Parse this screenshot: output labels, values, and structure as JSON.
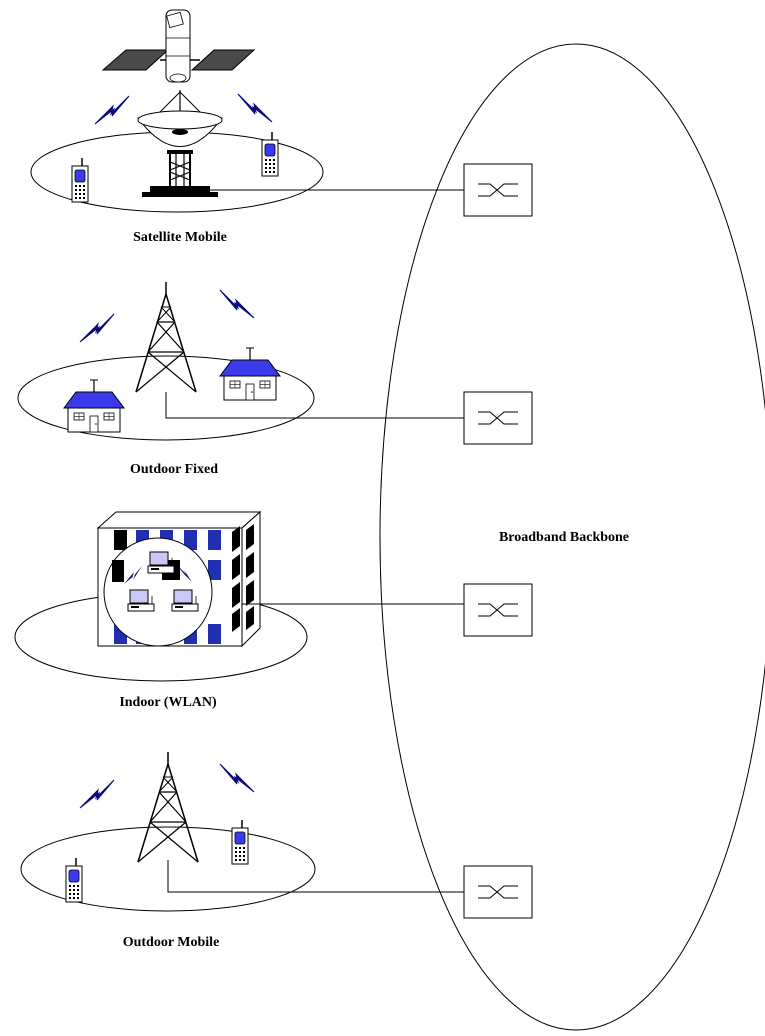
{
  "labels": {
    "satellite_mobile": "Satellite Mobile",
    "outdoor_fixed": "Outdoor Fixed",
    "indoor_wlan": "Indoor (WLAN)",
    "outdoor_mobile": "Outdoor Mobile",
    "backbone": "Broadband Backbone"
  },
  "colors": {
    "line": "#000000",
    "device_blue": "#3a3af0",
    "roof_blue": "#3a3ae8",
    "building_blue": "#1f2fb0",
    "lightning": "#0a0a7a",
    "satellite_panel": "#4a4a4a"
  },
  "icons": [
    "satellite-icon",
    "dish-antenna-icon",
    "radio-tower-icon",
    "house-icon",
    "mobile-phone-icon",
    "office-building-icon",
    "computer-icon",
    "lightning-icon",
    "switch-icon"
  ]
}
